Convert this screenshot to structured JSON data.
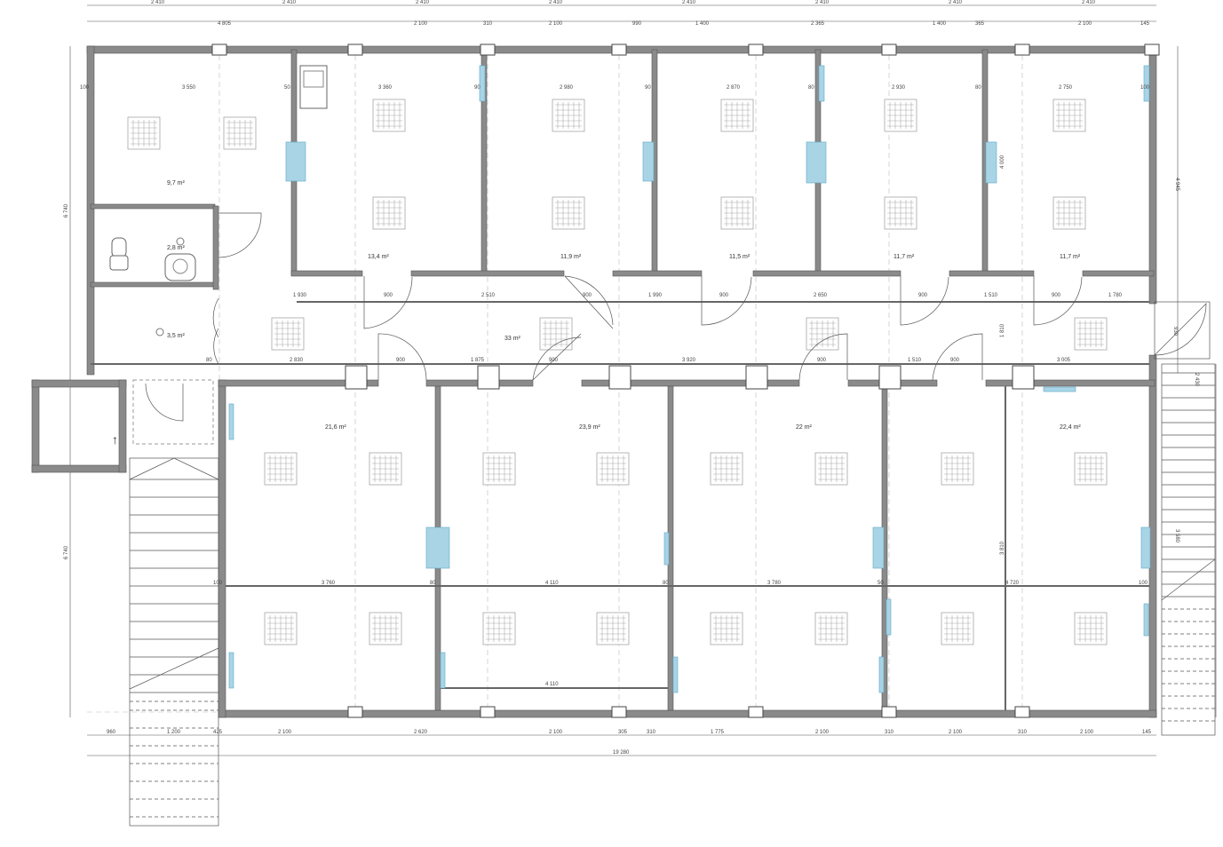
{
  "top_dims_row1": [
    "2 410",
    "2 410",
    "2 410",
    "2 410",
    "2 410",
    "2 410",
    "2 410",
    "2 410"
  ],
  "top_dims_row2": [
    "4 805",
    "2 100",
    "310",
    "2 100",
    "990",
    "1 400",
    "2 365",
    "1 400",
    "365",
    "2 100",
    "145"
  ],
  "bottom_dims": [
    "960",
    "1 200",
    "425",
    "2 100",
    "2 620",
    "2 100",
    "305",
    "310",
    "1 775",
    "2 100",
    "310",
    "2 100",
    "310",
    "2 100",
    "145"
  ],
  "bottom_total": "19 280",
  "left_dims": [
    "6 740",
    "6 740"
  ],
  "right_dims": [
    "4 945",
    "930",
    "2 430",
    "3 580"
  ],
  "upper_room_dims": [
    "100",
    "3 550",
    "50",
    "3 360",
    "90",
    "2 980",
    "90",
    "2 870",
    "80",
    "2 930",
    "80",
    "2 750",
    "100"
  ],
  "corridor_dims_top": [
    "1 930",
    "900",
    "2 510",
    "900",
    "1 990",
    "900",
    "2 650",
    "900",
    "1 510",
    "900",
    "1 780"
  ],
  "corridor_dims_bottom": [
    "80",
    "2 830",
    "900",
    "1 875",
    "900",
    "3 920",
    "900",
    "1 510",
    "900",
    "3 005"
  ],
  "lower_room_dims": [
    "100",
    "3 760",
    "80",
    "4 110",
    "80",
    "3 780",
    "50",
    "4 720",
    "100"
  ],
  "lower_inner_dim": "4 110",
  "corridor_height": "1 810",
  "lower_height": "3 810",
  "upper_height": "4 000",
  "small_dims": [
    "100",
    "80",
    "100",
    "80",
    "80",
    "100"
  ],
  "areas": {
    "room_office_left": "9,7 m²",
    "room_wc": "2,8 m²",
    "room_small": "3,5 m²",
    "room_u1": "13,4 m²",
    "room_u2": "11,9 m²",
    "room_u3": "11,5 m²",
    "room_u4": "11,7 m²",
    "room_u5": "11,7 m²",
    "corridor": "33 m²",
    "room_l1": "21,6 m²",
    "room_l2": "23,9 m²",
    "room_l3": "22 m²",
    "room_l4": "22,4 m²"
  },
  "colors": {
    "wall": "#8a8a8a",
    "radiator": "#a9d4e6",
    "line": "#555555"
  },
  "entrance_arrow": "↑"
}
